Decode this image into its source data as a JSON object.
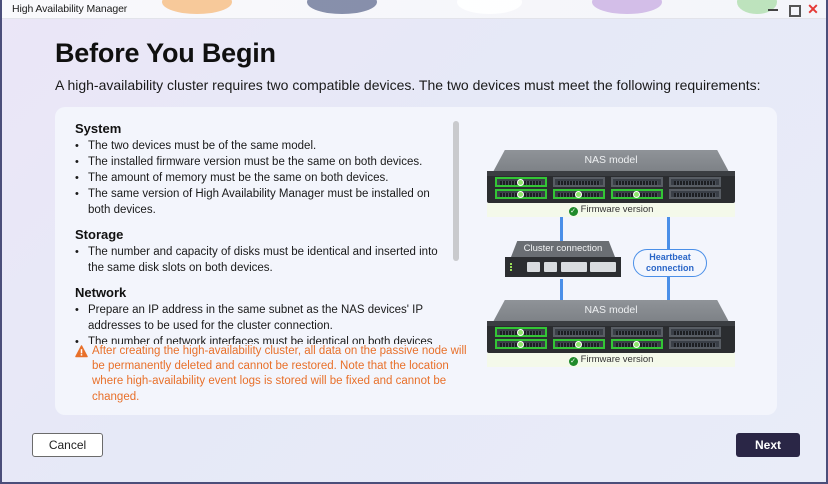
{
  "window": {
    "title": "High Availability Manager",
    "controls": {
      "minimize": "minimize",
      "maximize": "maximize",
      "close": "✕"
    }
  },
  "page": {
    "heading": "Before You Begin",
    "subtitle": "A high-availability cluster requires two compatible devices. The two devices must meet the following requirements:"
  },
  "requirements": {
    "sections": [
      {
        "title": "System",
        "items": [
          "The two devices must be of the same model.",
          "The installed firmware version must be the same on both devices.",
          "The amount of memory must be the same on both devices.",
          "The same version of High Availability Manager must be installed on both devices."
        ]
      },
      {
        "title": "Storage",
        "items": [
          "The number and capacity of disks must be identical and inserted into the same disk slots on both devices."
        ]
      },
      {
        "title": "Network",
        "items": [
          "Prepare an IP address in the same subnet as the NAS devices' IP addresses to be used for the cluster connection.",
          "The number of network interfaces must be identical on both devices"
        ]
      }
    ]
  },
  "warning": {
    "icon": "warning-triangle-icon",
    "text": "After creating the high-availability cluster, all data on the passive node will be permanently deleted and cannot be restored. Note that the location where high-availability event logs is stored will be fixed and cannot be changed.",
    "color": "#e8702a"
  },
  "diagram": {
    "nas_top": {
      "label": "NAS model",
      "firmware_label": "Firmware version"
    },
    "nas_bottom": {
      "label": "NAS model",
      "firmware_label": "Firmware version"
    },
    "switch_label": "Cluster connection",
    "heartbeat_label_line1": "Heartbeat",
    "heartbeat_label_line2": "connection",
    "accent_color": "#4a8fe8",
    "disk_active_color": "#33c635"
  },
  "footer": {
    "cancel_label": "Cancel",
    "next_label": "Next"
  }
}
